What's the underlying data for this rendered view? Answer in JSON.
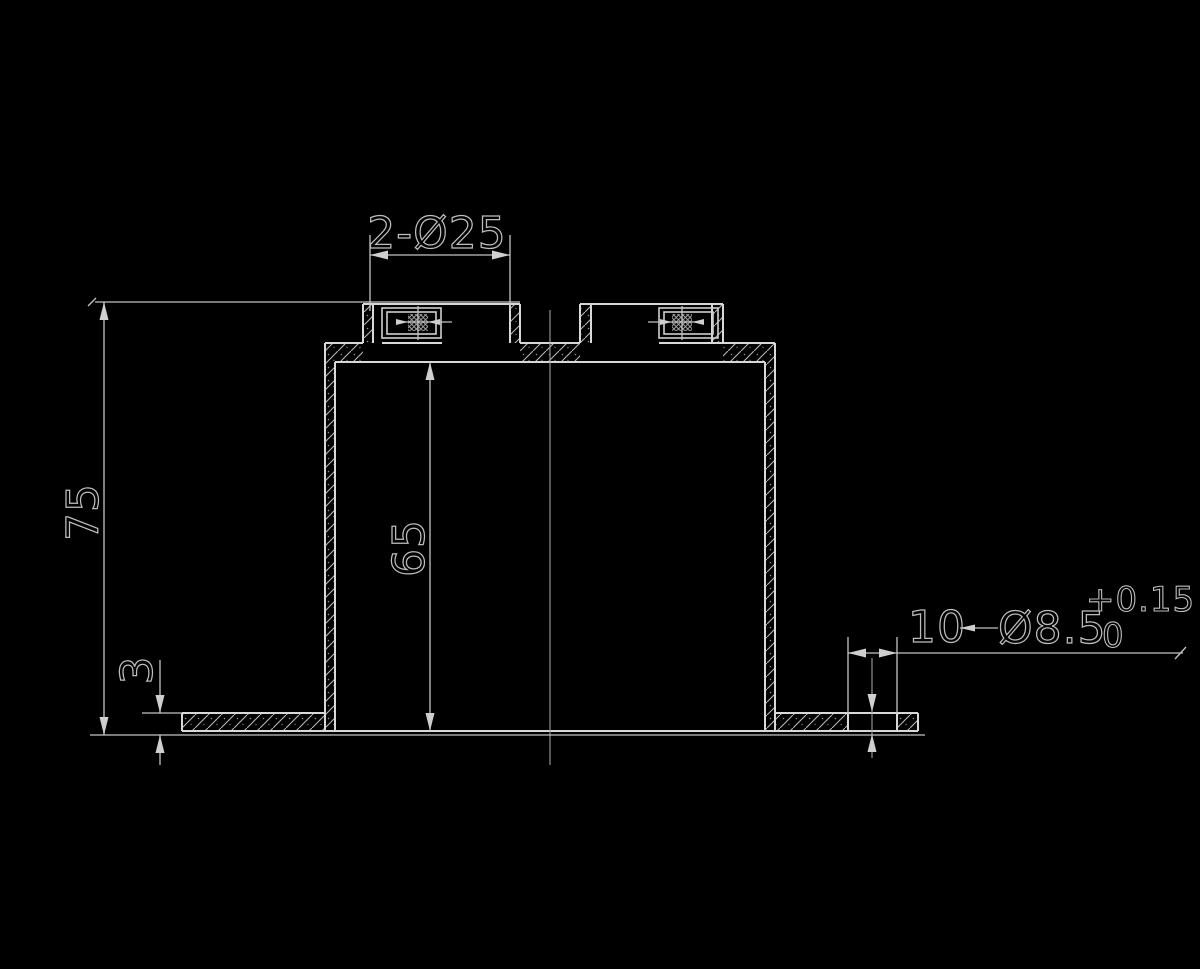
{
  "drawing": {
    "kind": "mechanical-section-view",
    "colors": {
      "background": "#000000",
      "part_lines": "#d8d8d8",
      "dimension_lines": "#c4c4c4",
      "text": "#bdbdbd"
    },
    "dims": {
      "top_bosses": "2-Ø25",
      "overall_height": "75",
      "cavity_depth": "65",
      "flange_thickness": "3",
      "mount_holes_count": "10",
      "mount_holes_diameter": "Ø8.5",
      "mount_holes_tol_upper": "+0.15",
      "mount_holes_tol_lower": "0"
    }
  }
}
